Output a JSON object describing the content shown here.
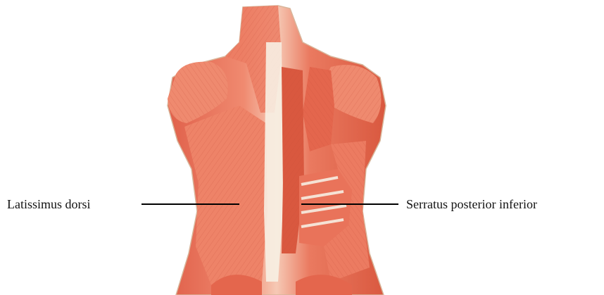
{
  "figure": {
    "subject": "posterior trunk musculature",
    "palette": {
      "muscle": "#e9735a",
      "muscle_light": "#f3a58e",
      "muscle_dark": "#c9503a",
      "tendon": "#f7efe3",
      "outline": "#d8b59a"
    }
  },
  "labels": {
    "left": "Latissimus dorsi",
    "right": "Serratus posterior inferior"
  }
}
